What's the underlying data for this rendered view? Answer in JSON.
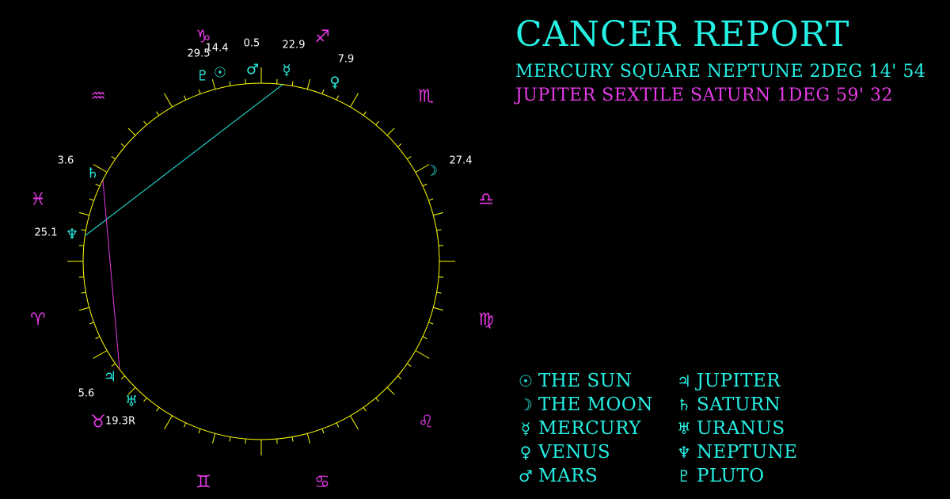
{
  "report": {
    "title": "CANCER REPORT",
    "aspects": [
      {
        "text": "MERCURY SQUARE NEPTUNE 2DEG 14' 54",
        "color": "#25f0e4"
      },
      {
        "text": "JUPITER SEXTILE SATURN 1DEG 59' 32",
        "color": "#e63ae6"
      }
    ]
  },
  "colors": {
    "planet": "#25f0e4",
    "sign": "#e63ae6",
    "wheel": "#ffff00",
    "label": "#ffffff"
  },
  "zodiac_signs": [
    {
      "name": "capricorn",
      "glyph": "♑"
    },
    {
      "name": "sagittarius",
      "glyph": "♐"
    },
    {
      "name": "scorpio",
      "glyph": "♏"
    },
    {
      "name": "libra",
      "glyph": "♎"
    },
    {
      "name": "virgo",
      "glyph": "♍"
    },
    {
      "name": "leo",
      "glyph": "♌"
    },
    {
      "name": "cancer",
      "glyph": "♋"
    },
    {
      "name": "gemini",
      "glyph": "♊"
    },
    {
      "name": "taurus",
      "glyph": "♉"
    },
    {
      "name": "aries",
      "glyph": "♈"
    },
    {
      "name": "pisces",
      "glyph": "♓"
    },
    {
      "name": "aquarius",
      "glyph": "♒"
    }
  ],
  "planets": [
    {
      "name": "pluto",
      "glyph": "♇",
      "degree": "29.5"
    },
    {
      "name": "sun",
      "glyph": "☉",
      "degree": "14.4"
    },
    {
      "name": "mars",
      "glyph": "♂",
      "degree": "0.5"
    },
    {
      "name": "mercury",
      "glyph": "☿",
      "degree": "22.9"
    },
    {
      "name": "venus",
      "glyph": "♀",
      "degree": "7.9"
    },
    {
      "name": "moon",
      "glyph": "☽",
      "degree": "27.4"
    },
    {
      "name": "saturn",
      "glyph": "♄",
      "degree": "3.6"
    },
    {
      "name": "neptune",
      "glyph": "♆",
      "degree": "25.1"
    },
    {
      "name": "jupiter",
      "glyph": "♃",
      "degree": "5.6"
    },
    {
      "name": "uranus",
      "glyph": "♅",
      "degree": "19.3R"
    }
  ],
  "aspect_lines": [
    {
      "from": "mercury",
      "to": "neptune",
      "color": "#25f0e4"
    },
    {
      "from": "jupiter",
      "to": "saturn",
      "color": "#e63ae6"
    }
  ],
  "legend": {
    "col1": [
      {
        "glyph": "☉",
        "label": "THE SUN"
      },
      {
        "glyph": "☽",
        "label": "THE MOON"
      },
      {
        "glyph": "☿",
        "label": "MERCURY"
      },
      {
        "glyph": "♀",
        "label": "VENUS"
      },
      {
        "glyph": "♂",
        "label": "MARS"
      }
    ],
    "col2": [
      {
        "glyph": "♃",
        "label": "JUPITER"
      },
      {
        "glyph": "♄",
        "label": "SATURN"
      },
      {
        "glyph": "♅",
        "label": "URANUS"
      },
      {
        "glyph": "♆",
        "label": "NEPTUNE"
      },
      {
        "glyph": "♇",
        "label": "PLUTO"
      }
    ]
  }
}
